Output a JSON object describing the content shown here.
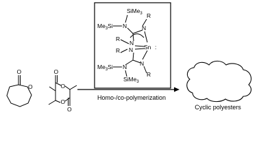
{
  "catalyst": {
    "tms_top": "SiMe",
    "tms_top_sub": "3",
    "tms_left_top": "Me",
    "tms_left_top_sub": "3",
    "tms_left_top_si": "Si",
    "n_label": "N",
    "r_label": "R",
    "sn_label": "Sn",
    "sn_colon": ":",
    "tms_left_bottom": "Me",
    "tms_left_bottom_sub": "3",
    "tms_left_bottom_si": "Si",
    "tms_bottom": "SiMe",
    "tms_bottom_sub": "3"
  },
  "reaction": {
    "label": "Homo-/co-polymerization"
  },
  "product": {
    "label": "Cyclic polyesters"
  }
}
